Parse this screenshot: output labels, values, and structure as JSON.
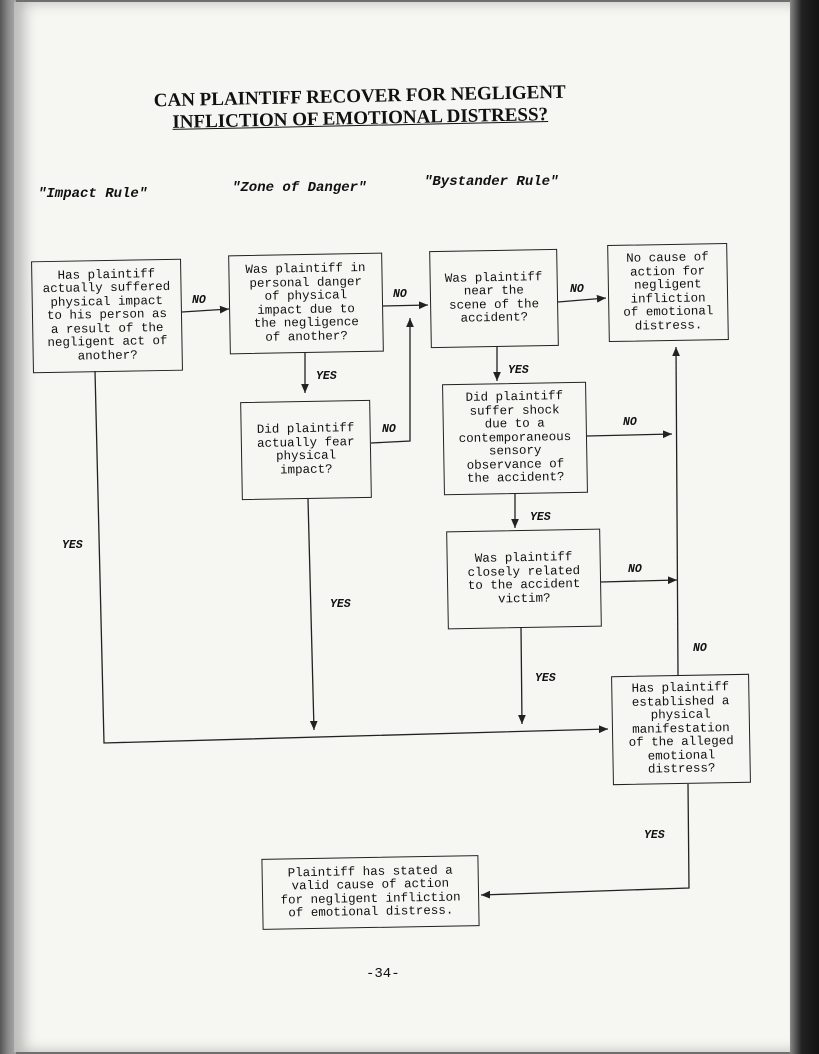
{
  "title": {
    "line1": "CAN PLAINTIFF RECOVER FOR NEGLIGENT",
    "line2": "INFLICTION OF EMOTIONAL DISTRESS?"
  },
  "columns": {
    "impact": "\"Impact Rule\"",
    "zone": "\"Zone of Danger\"",
    "bystander": "\"Bystander Rule\""
  },
  "nodes": {
    "physical_impact": "Has plaintiff\nactually suffered\nphysical impact\nto his person as\na result of the\nnegligent act of\nanother?",
    "personal_danger": "Was plaintiff in\npersonal danger\nof physical\nimpact due to\nthe negligence\nof another?",
    "near_scene": "Was plaintiff\nnear the\nscene of the\naccident?",
    "no_cause": "No cause of\naction for\nnegligent\ninfliction\nof emotional\ndistress.",
    "fear_impact": "Did plaintiff\nactually fear\nphysical\nimpact?",
    "shock": "Did plaintiff\nsuffer shock\ndue to a\ncontemporaneous\nsensory\nobservance of\nthe accident?",
    "closely_related": "Was plaintiff\nclosely related\nto the accident\nvictim?",
    "manifestation": "Has plaintiff\nestablished a\nphysical\nmanifestation\nof the alleged\nemotional\ndistress?",
    "valid_cause": "Plaintiff has stated a\nvalid cause of action\nfor negligent infliction\nof emotional distress."
  },
  "labels": {
    "no1": "NO",
    "no2": "NO",
    "no3": "NO",
    "no4": "NO",
    "no5": "NO",
    "no6": "NO",
    "no7": "NO",
    "yes_impact": "YES",
    "yes_zone": "YES",
    "yes_fear": "YES",
    "yes_scene": "YES",
    "yes_shock": "YES",
    "yes_related": "YES",
    "yes_manifest": "YES"
  },
  "page_number": "-34-"
}
